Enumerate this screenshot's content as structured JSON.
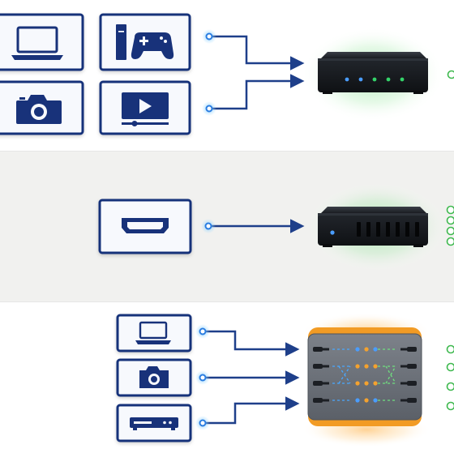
{
  "colors": {
    "frame_blue": "#18327a",
    "card_fill": "#f7f9fd",
    "line_blue": "#1e3f8a",
    "port_glow": "#4fb6ff",
    "device_dark": "#1a1d22",
    "led_blue": "#4a9dff",
    "led_green": "#34d36a",
    "led_orange": "#f4a22e",
    "status_green": "#3fb94f",
    "switch_body": "#6e737b",
    "switch_accent": "#f29b24"
  },
  "sections": [
    {
      "name": "multi-input-router",
      "inputs": [
        "laptop-icon",
        "game-console-icon",
        "camera-icon",
        "video-player-icon"
      ],
      "device": "router",
      "device_leds": [
        "blue",
        "blue",
        "green",
        "green",
        "green"
      ],
      "status_indicators": 1
    },
    {
      "name": "single-input-box",
      "inputs": [
        "hdmi-port-icon"
      ],
      "device": "media-box",
      "device_leds": [
        "blue"
      ],
      "status_indicators": 4
    },
    {
      "name": "matrix-switch",
      "inputs": [
        "laptop-icon",
        "camera-icon",
        "media-player-icon"
      ],
      "device": "hdmi-matrix-switch",
      "device_leds": [
        "blue",
        "orange",
        "blue",
        "orange",
        "orange",
        "blue"
      ],
      "status_indicators": 4
    }
  ]
}
